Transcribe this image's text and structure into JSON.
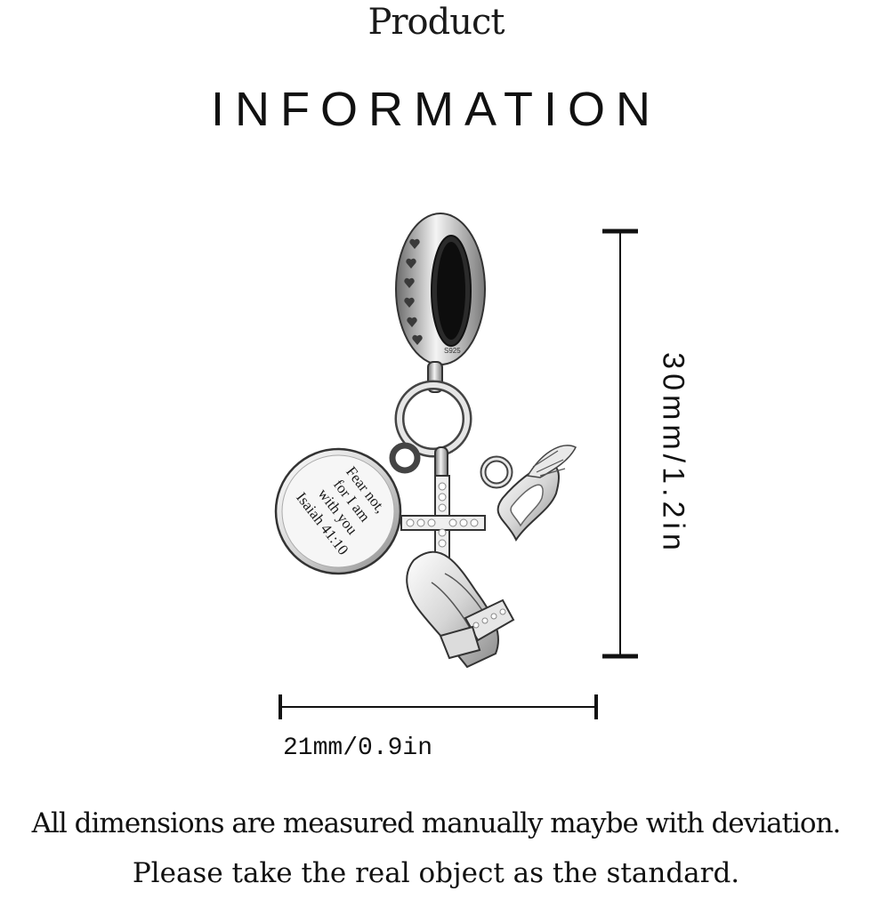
{
  "heading": {
    "line1": "Product",
    "line2": "INFORMATION"
  },
  "product": {
    "engraving": [
      "Fear not,",
      "for I am",
      "with you",
      "Isaiah 41:10"
    ],
    "stamp": "S925"
  },
  "dimensions": {
    "height": "30mm/1.2in",
    "width": "21mm/0.9in"
  },
  "notes": {
    "line1": "All dimensions are measured manually maybe with deviation.",
    "line2": "Please take the real object as the standard."
  },
  "colors": {
    "silver_light": "#f2f2f2",
    "silver_mid": "#c9c9c9",
    "silver_dark": "#5a5a5a",
    "outline": "#333333"
  }
}
